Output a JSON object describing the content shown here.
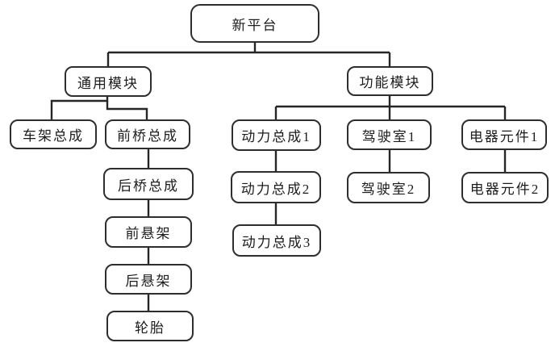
{
  "diagram": {
    "type": "tree",
    "description": "Platform module structure tree diagram",
    "colors": {
      "background": "#ffffff",
      "node_fill": "#ffffff",
      "node_border": "#2e2e2e",
      "connector": "#262626",
      "text": "#1c1c1c"
    },
    "nodes": {
      "root": {
        "label": "新平台"
      },
      "common_module": {
        "label": "通用模块"
      },
      "function_module": {
        "label": "功能模块"
      },
      "frame_assembly": {
        "label": "车架总成"
      },
      "front_axle_assembly": {
        "label": "前桥总成"
      },
      "rear_axle_assembly": {
        "label": "后桥总成"
      },
      "front_suspension": {
        "label": "前悬架"
      },
      "rear_suspension": {
        "label": "后悬架"
      },
      "tire": {
        "label": "轮胎"
      },
      "powertrain_1": {
        "label": "动力总成1"
      },
      "powertrain_2": {
        "label": "动力总成2"
      },
      "powertrain_3": {
        "label": "动力总成3"
      },
      "cab_1": {
        "label": "驾驶室1"
      },
      "cab_2": {
        "label": "驾驶室2"
      },
      "electrical_1": {
        "label": "电器元件1"
      },
      "electrical_2": {
        "label": "电器元件2"
      }
    },
    "edges": [
      {
        "from": "新平台",
        "to": "通用模块"
      },
      {
        "from": "新平台",
        "to": "功能模块"
      },
      {
        "from": "通用模块",
        "to": "车架总成"
      },
      {
        "from": "通用模块",
        "to": "前桥总成"
      },
      {
        "from": "前桥总成",
        "to": "后桥总成"
      },
      {
        "from": "后桥总成",
        "to": "前悬架"
      },
      {
        "from": "前悬架",
        "to": "后悬架"
      },
      {
        "from": "后悬架",
        "to": "轮胎"
      },
      {
        "from": "功能模块",
        "to": "动力总成1"
      },
      {
        "from": "功能模块",
        "to": "驾驶室1"
      },
      {
        "from": "功能模块",
        "to": "电器元件1"
      },
      {
        "from": "动力总成1",
        "to": "动力总成2"
      },
      {
        "from": "动力总成2",
        "to": "动力总成3"
      },
      {
        "from": "驾驶室1",
        "to": "驾驶室2"
      },
      {
        "from": "电器元件1",
        "to": "电器元件2"
      }
    ]
  }
}
